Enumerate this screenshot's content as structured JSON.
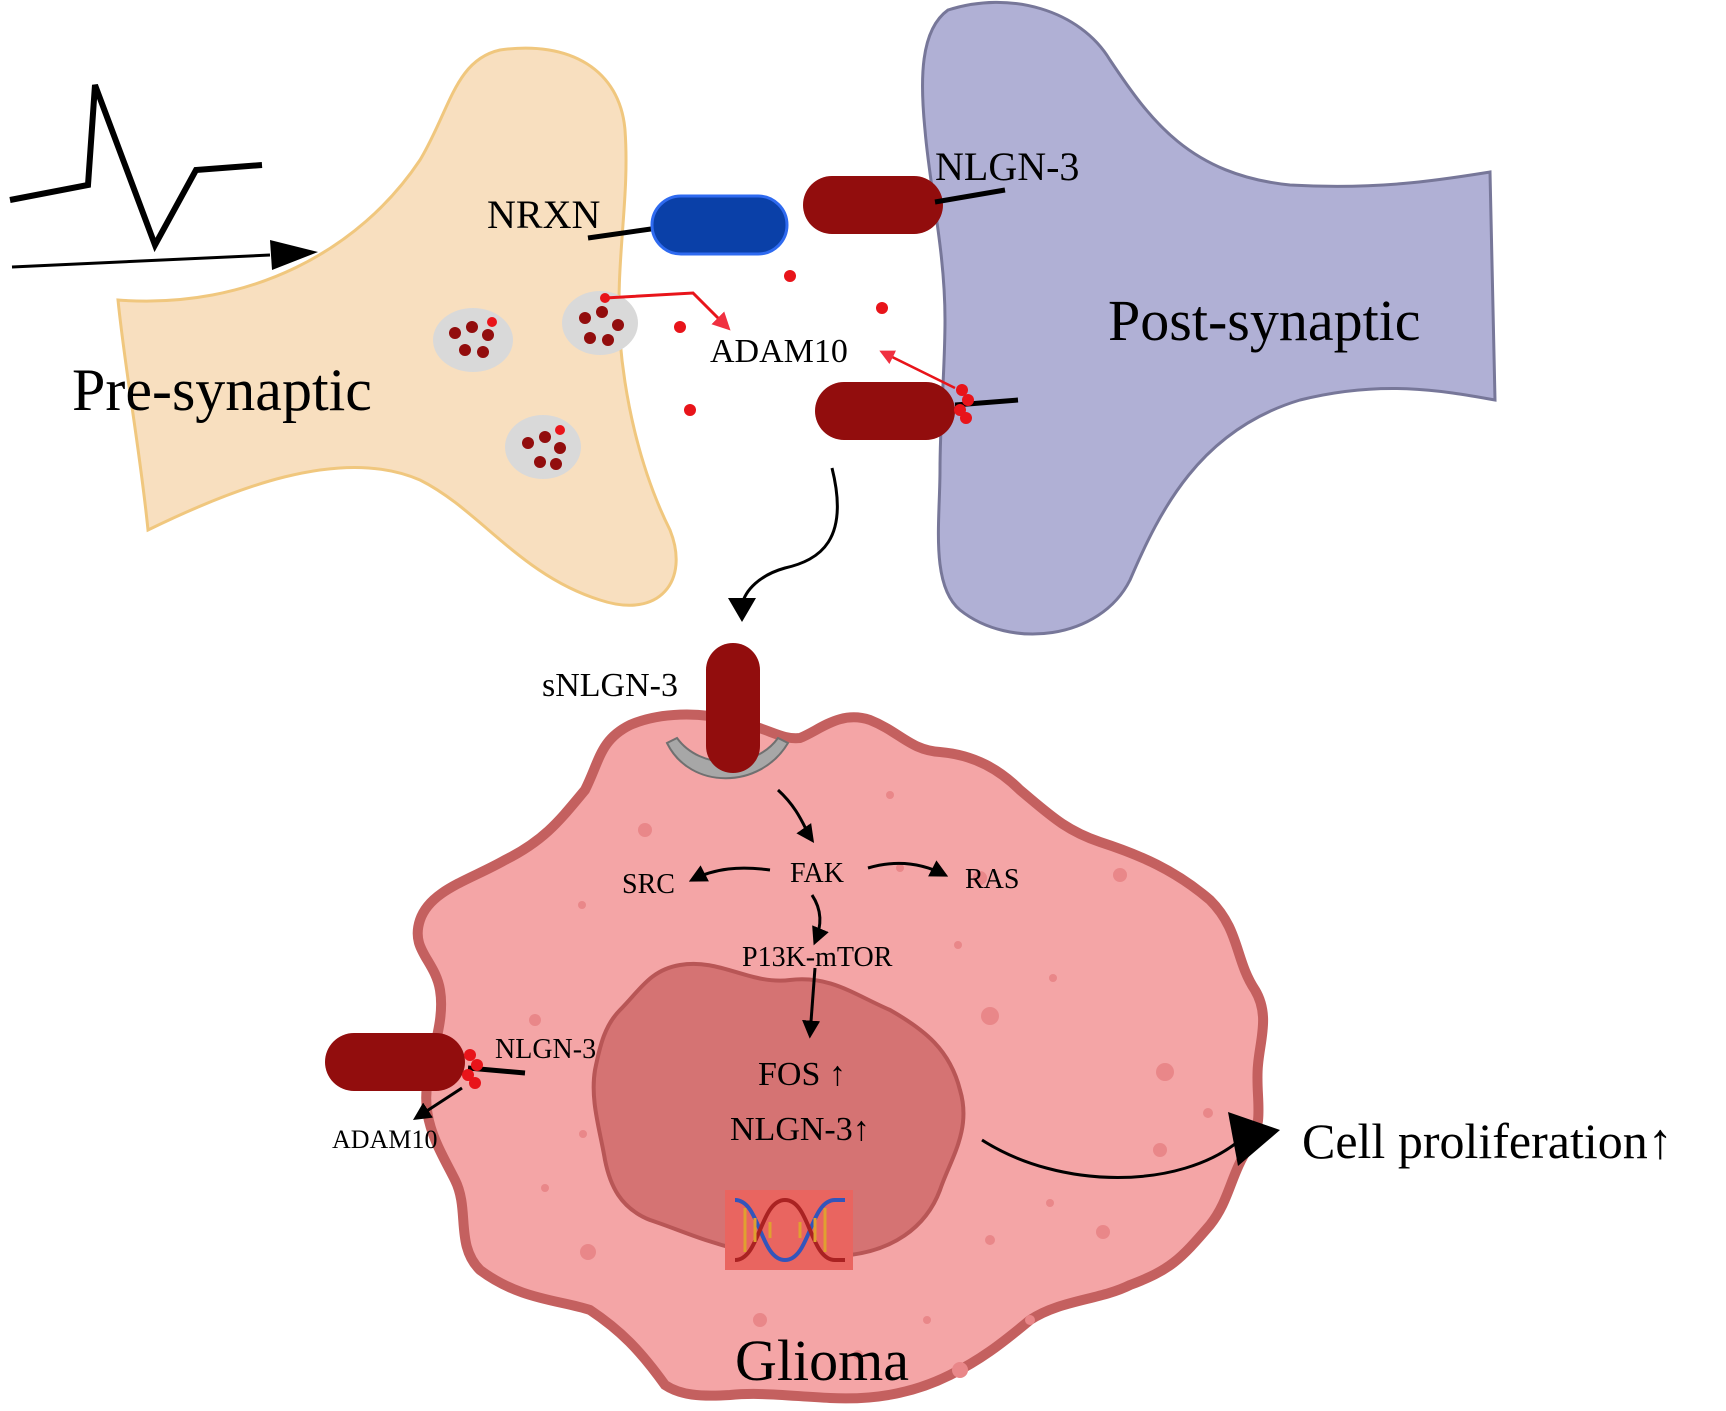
{
  "labels": {
    "pre_synaptic": "Pre-synaptic",
    "post_synaptic": "Post-synaptic",
    "nrxn": "NRXN",
    "nlgn3_top": "NLGN-3",
    "adam10_top": "ADAM10",
    "snlgn3": "sNLGN-3",
    "fak": "FAK",
    "src": "SRC",
    "ras": "RAS",
    "pi3k_mtor": "P13K-mTOR",
    "fos": "FOS ↑",
    "nlgn3_nucleus": "NLGN-3↑",
    "nlgn3_glioma": "NLGN-3",
    "adam10_glioma": "ADAM10",
    "cell_proliferation": "Cell proliferation↑",
    "glioma": "Glioma"
  },
  "colors": {
    "presynaptic_fill": "#f8dfbf",
    "presynaptic_stroke": "#f0c77e",
    "postsynaptic_fill": "#b0b0d5",
    "postsynaptic_stroke": "#777799",
    "glioma_fill": "#f4a5a6",
    "glioma_stroke": "#c4605f",
    "nucleus_fill": "#d57373",
    "nlgn3_protein": "#920d0d",
    "nrxn_protein": "#0a40a8",
    "nrxn_outline": "#2e6af0",
    "adam10_dot": "#e8141a",
    "receptor": "#a7a7a7",
    "vesicle": "#d9d9d9"
  }
}
